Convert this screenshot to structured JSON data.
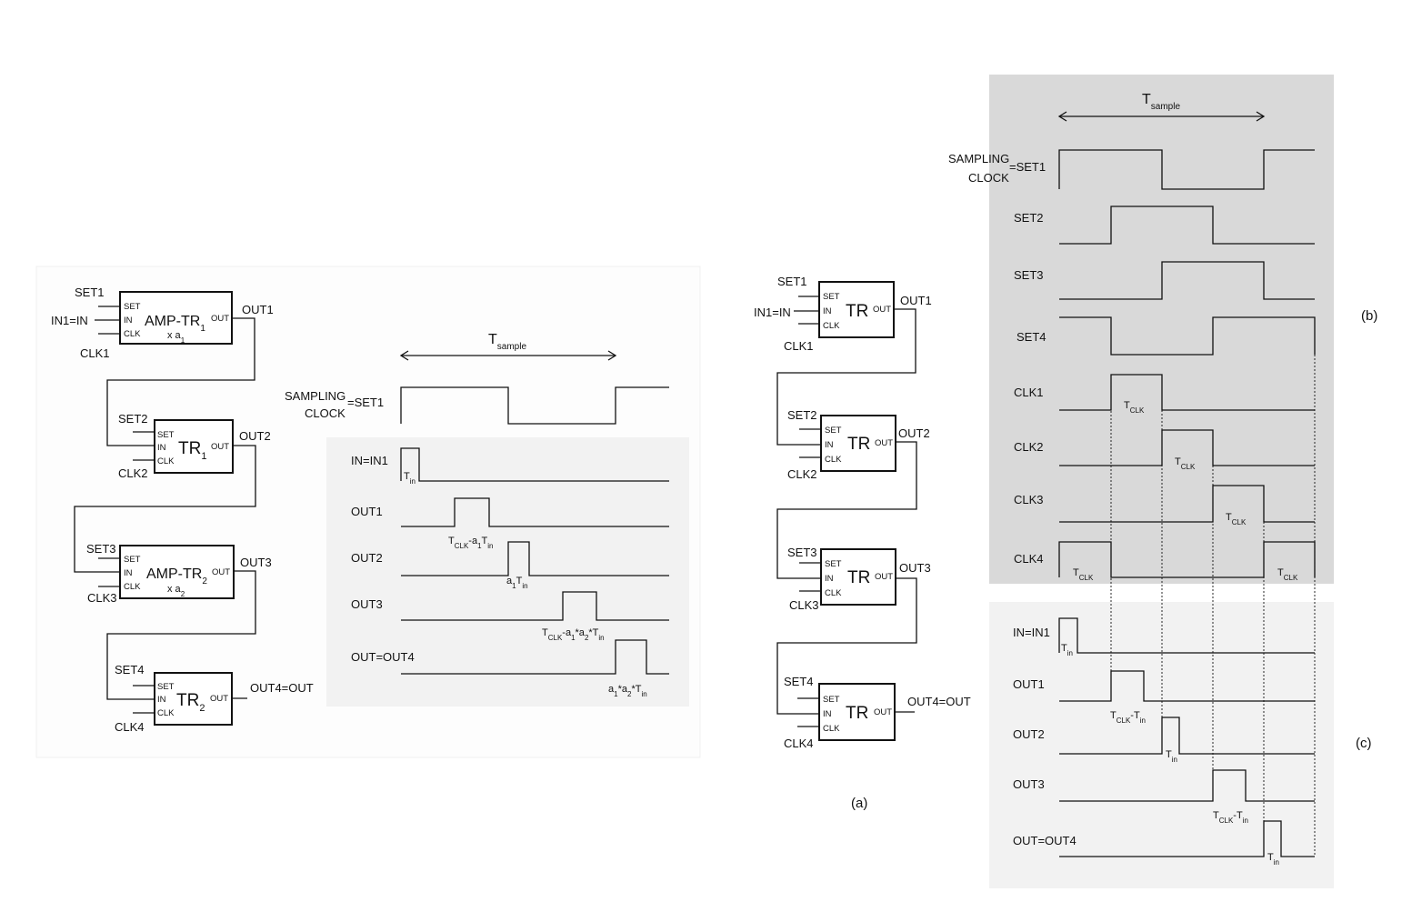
{
  "left": {
    "blocks": [
      {
        "pre": "SET1",
        "inLabel": "IN1=IN",
        "clk": "CLK1",
        "pins": [
          "SET",
          "IN",
          "CLK"
        ],
        "name": "AMP-TR",
        "sub": "1",
        "mult": "x a",
        "multsub": "1",
        "outPin": "OUT",
        "out": "OUT1"
      },
      {
        "pre": "SET2",
        "inLabel": "",
        "clk": "CLK2",
        "pins": [
          "SET",
          "IN",
          "CLK"
        ],
        "name": "TR",
        "sub": "1",
        "mult": "",
        "multsub": "",
        "outPin": "OUT",
        "out": "OUT2"
      },
      {
        "pre": "SET3",
        "inLabel": "",
        "clk": "CLK3",
        "pins": [
          "SET",
          "IN",
          "CLK"
        ],
        "name": "AMP-TR",
        "sub": "2",
        "mult": "x a",
        "multsub": "2",
        "outPin": "OUT",
        "out": "OUT3"
      },
      {
        "pre": "SET4",
        "inLabel": "",
        "clk": "CLK4",
        "pins": [
          "SET",
          "IN",
          "CLK"
        ],
        "name": "TR",
        "sub": "2",
        "mult": "",
        "multsub": "",
        "outPin": "OUT",
        "out": "OUT4=OUT"
      }
    ],
    "timing": {
      "tsample": "T",
      "tsample_sub": "sample",
      "sampling_a": "SAMPLING",
      "sampling_b": "CLOCK",
      "set1": "=SET1",
      "rows": [
        "IN=IN1",
        "OUT1",
        "OUT2",
        "OUT3",
        "OUT=OUT4"
      ],
      "tin": "T",
      "tin_sub": "in",
      "n1_a": "T",
      "n1_b": "CLK",
      "n1_c": "-a",
      "n1_d": "1",
      "n1_e": "T",
      "n1_f": "in",
      "n2_a": "a",
      "n2_b": "1",
      "n2_c": "T",
      "n2_d": "in",
      "n3_a": "T",
      "n3_b": "CLK",
      "n3_c": "-a",
      "n3_d": "1",
      "n3_e": "*a",
      "n3_f": "2",
      "n3_g": "*T",
      "n3_h": "in",
      "n4_a": "a",
      "n4_b": "1",
      "n4_c": "*a",
      "n4_d": "2",
      "n4_e": "*T",
      "n4_f": "in"
    }
  },
  "middle": {
    "blocks": [
      {
        "pre": "SET1",
        "inLabel": "IN1=IN",
        "clk": "CLK1",
        "pins": [
          "SET",
          "IN",
          "CLK"
        ],
        "name": "TR",
        "outPin": "OUT",
        "out": "OUT1"
      },
      {
        "pre": "SET2",
        "inLabel": "",
        "clk": "CLK2",
        "pins": [
          "SET",
          "IN",
          "CLK"
        ],
        "name": "TR",
        "outPin": "OUT",
        "out": "OUT2"
      },
      {
        "pre": "SET3",
        "inLabel": "",
        "clk": "CLK3",
        "pins": [
          "SET",
          "IN",
          "CLK"
        ],
        "name": "TR",
        "outPin": "OUT",
        "out": "OUT3"
      },
      {
        "pre": "SET4",
        "inLabel": "",
        "clk": "CLK4",
        "pins": [
          "SET",
          "IN",
          "CLK"
        ],
        "name": "TR",
        "outPin": "OUT",
        "out": "OUT4=OUT"
      }
    ],
    "caption": "(a)"
  },
  "right": {
    "tsample": "T",
    "tsample_sub": "sample",
    "sampling_a": "SAMPLING",
    "sampling_b": "CLOCK",
    "set1": "=SET1",
    "rows_b": [
      "SET2",
      "SET3",
      "SET4",
      "CLK1",
      "CLK2",
      "CLK3",
      "CLK4"
    ],
    "tclk": "T",
    "tclk_sub": "CLK",
    "rows_c": [
      "IN=IN1",
      "OUT1",
      "OUT2",
      "OUT3",
      "OUT=OUT4"
    ],
    "tin": "T",
    "tin_sub": "in",
    "tclk_tin_a": "T",
    "tclk_tin_b": "CLK",
    "tclk_tin_c": "-T",
    "tclk_tin_d": "in",
    "caption_b": "(b)",
    "caption_c": "(c)"
  },
  "colors": {
    "panel_light": "#f2f2f2",
    "panel_dark": "#d9d9d9",
    "line": "#111111"
  }
}
